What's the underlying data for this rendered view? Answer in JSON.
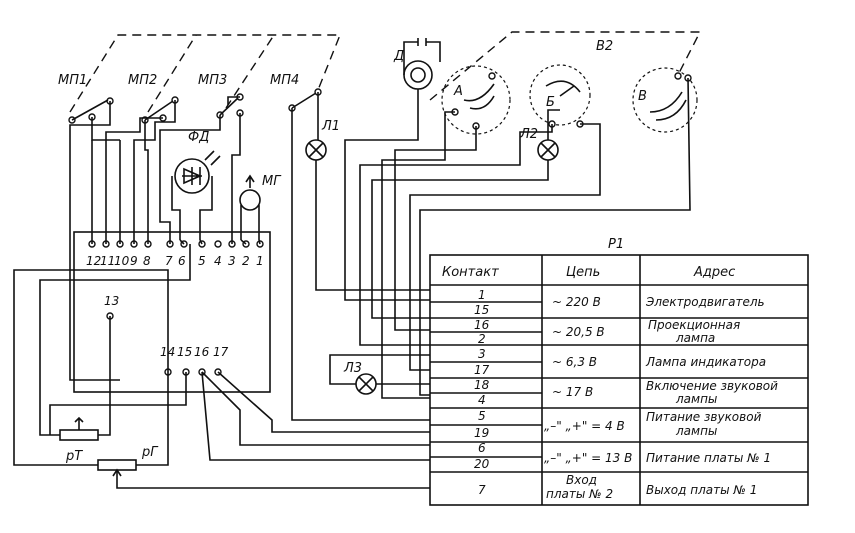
{
  "switches": [
    "МП1",
    "МП2",
    "МП3",
    "МП4"
  ],
  "components": {
    "photodiode": "ФД",
    "magnetic_head": "МГ",
    "motor": "Д",
    "lamp1": "Л1",
    "lamp2": "Л2",
    "lamp3": "Л3",
    "switch_v2": "В2",
    "cam_a": "А",
    "cam_b": "Б",
    "cam_v": "В",
    "resistor_t": "рТ",
    "resistor_g": "рГ"
  },
  "board_pins_top": [
    "12",
    "11",
    "10",
    "9",
    "8",
    "7",
    "6",
    "5",
    "4",
    "3",
    "2",
    "1"
  ],
  "board_pin_13": "13",
  "board_pins_bottom": [
    "14",
    "15",
    "16",
    "17"
  ],
  "connector": {
    "title": "Р1",
    "headers": [
      "Контакт",
      "Цепь",
      "Адрес"
    ],
    "rows": [
      {
        "contacts": [
          "1",
          "15"
        ],
        "circuit": "~ 220 В",
        "address": [
          "Электродвигатель"
        ]
      },
      {
        "contacts": [
          "16",
          "2"
        ],
        "circuit": "~ 20,5 В",
        "address": [
          "Проекционная",
          "лампа"
        ]
      },
      {
        "contacts": [
          "3",
          "17"
        ],
        "circuit": "~ 6,3 В",
        "address": [
          "Лампа индикатора"
        ]
      },
      {
        "contacts": [
          "18",
          "4"
        ],
        "circuit": "~ 17 В",
        "address": [
          "Включение звуковой",
          "лампы"
        ]
      },
      {
        "contacts": [
          "5",
          "19"
        ],
        "circuit": "„–\" „+\" = 4 В",
        "address": [
          "Питание звуковой",
          "лампы"
        ]
      },
      {
        "contacts": [
          "6",
          "20"
        ],
        "circuit": "„–\" „+\" = 13 В",
        "address": [
          "Питание платы № 1"
        ]
      },
      {
        "contacts": [
          "7"
        ],
        "circuit": [
          "Вход",
          "платы № 2"
        ],
        "address": [
          "Выход платы № 1"
        ]
      }
    ]
  }
}
